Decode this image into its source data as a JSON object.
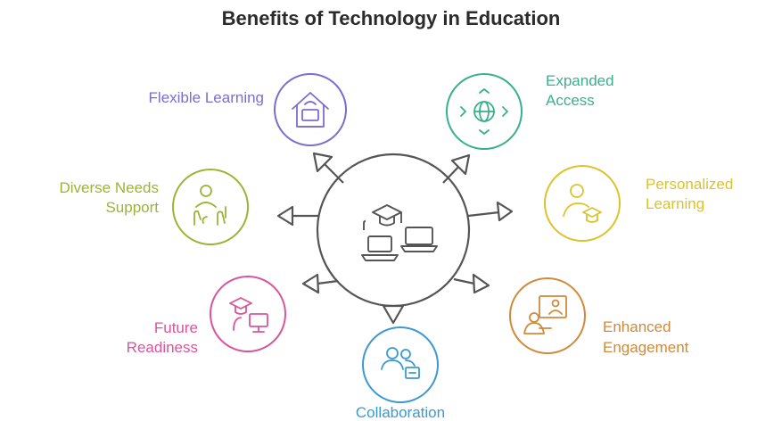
{
  "title": "Benefits of Technology in Education",
  "colors": {
    "hub": "#555555",
    "flexible": "#7d6bd0",
    "expanded": "#38b08e",
    "diverse": "#9ab534",
    "personalized": "#d9c42b",
    "future": "#d9559b",
    "enhanced": "#d08a3a",
    "collaboration": "#3a9ad0"
  },
  "benefits": {
    "flexible": {
      "label": "Flexible Learning",
      "icon": "house-laptop-icon"
    },
    "expanded": {
      "line1": "Expanded",
      "line2": "Access",
      "icon": "globe-arrows-icon"
    },
    "diverse": {
      "line1": "Diverse Needs",
      "line2": "Support",
      "icon": "person-hands-icon"
    },
    "personalized": {
      "line1": "Personalized",
      "line2": "Learning",
      "icon": "person-graduation-cap-icon"
    },
    "future": {
      "line1": "Future",
      "line2": "Readiness",
      "icon": "graduate-computer-icon"
    },
    "enhanced": {
      "line1": "Enhanced",
      "line2": "Engagement",
      "icon": "presentation-board-icon"
    },
    "collaboration": {
      "label": "Collaboration",
      "icon": "people-tablet-icon"
    }
  },
  "hub": {
    "icon": "graduation-cap-laptops-icon"
  }
}
